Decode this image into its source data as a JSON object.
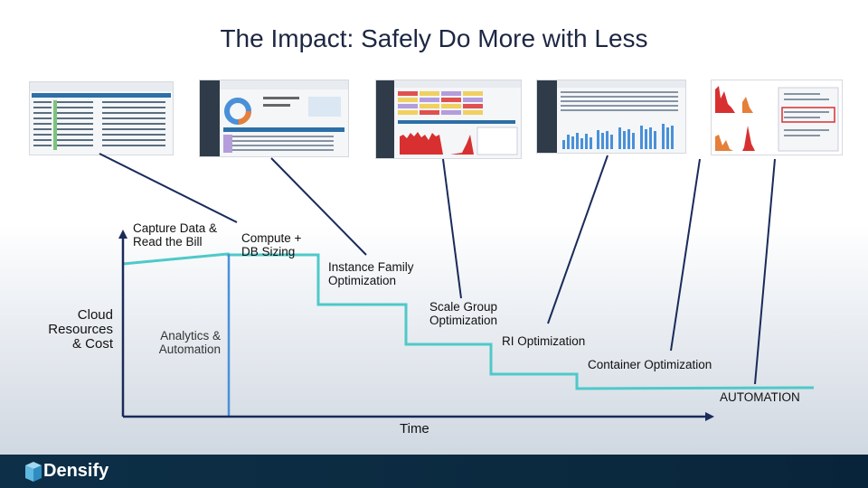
{
  "title": "The Impact: Safely Do More with Less",
  "labels": {
    "cloud_resources": "Cloud\nResources\n& Cost",
    "capture_data": "Capture Data &\nRead the Bill",
    "compute_db": "Compute +\nDB Sizing",
    "instance_family": "Instance Family\nOptimization",
    "scale_group": "Scale Group\nOptimization",
    "analytics": "Analytics &\nAutomation",
    "ri_opt": "RI Optimization",
    "container_opt": "Container Optimization",
    "automation": "AUTOMATION",
    "time": "Time"
  },
  "brand": {
    "name": "Densify"
  },
  "colors": {
    "title": "#1d2742",
    "step_line": "#4ec9c9",
    "axis": "#1a2b5a",
    "divider": "#4a90d9",
    "connector": "#1a2b5a",
    "footer": "#0b2a40"
  },
  "screenshots": [
    {
      "name": "spreadsheet-thumbnail"
    },
    {
      "name": "dashboard-donut-thumbnail"
    },
    {
      "name": "heatmap-thumbnail"
    },
    {
      "name": "bar-chart-thumbnail"
    },
    {
      "name": "utilization-charts-thumbnail"
    }
  ]
}
